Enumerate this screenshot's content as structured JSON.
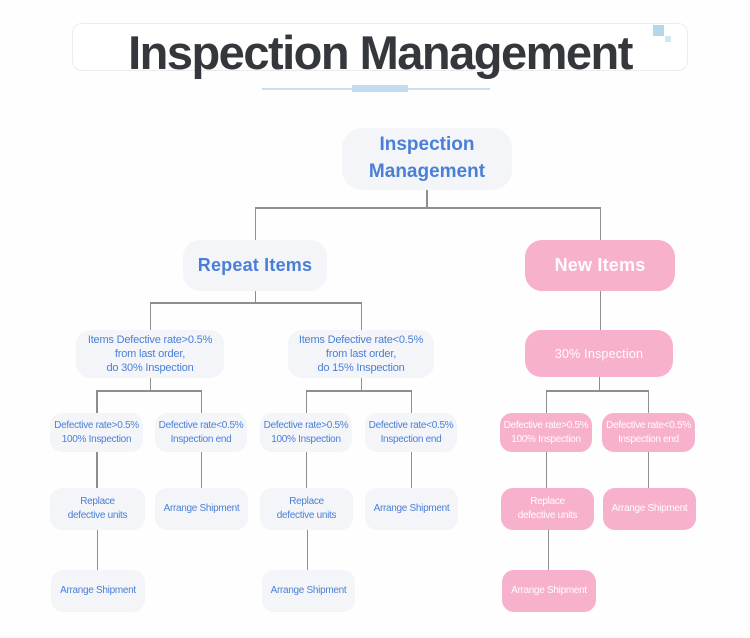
{
  "header": {
    "title": "Inspection Management"
  },
  "palette": {
    "title_text": "#34383d",
    "node_text_blue": "#4a7fd7",
    "node_pink": "#f8b1cd",
    "node_light_bg": "#f4f5f8",
    "connector_gray": "#8e8e8e",
    "underline_blue": "#c5dcee",
    "decor_square_large": "#b4d7e9",
    "decor_square_small": "#d4e8f3"
  },
  "tree": {
    "root": "Inspection\nManagement",
    "repeat_items": "Repeat Items",
    "new_items": "New Items",
    "repeat_gt": "Items Defective rate>0.5%\nfrom last order,\ndo 30% Inspection",
    "repeat_lt": "Items Defective rate<0.5%\nfrom last order,\ndo 15% Inspection",
    "new_inspection": "30% Inspection",
    "repeat_gt_gt": "Defective rate>0.5%\n100% Inspection",
    "repeat_gt_lt": "Defective rate<0.5%\nInspection end",
    "repeat_lt_gt": "Defective rate>0.5%\n100% Inspection",
    "repeat_lt_lt": "Defective rate<0.5%\nInspection end",
    "new_gt": "Defective rate>0.5%\n100% Inspection",
    "new_lt": "Defective rate<0.5%\nInspection end",
    "repeat_gt_replace": "Replace\ndefective units",
    "repeat_gt_ship": "Arrange Shipment",
    "repeat_lt_replace": "Replace\ndefective units",
    "repeat_lt_ship": "Arrange Shipment",
    "new_replace": "Replace\ndefective units",
    "new_ship": "Arrange Shipment",
    "repeat_gt_ship_final": "Arrange Shipment",
    "repeat_lt_ship_final": "Arrange Shipment",
    "new_ship_final": "Arrange Shipment"
  }
}
